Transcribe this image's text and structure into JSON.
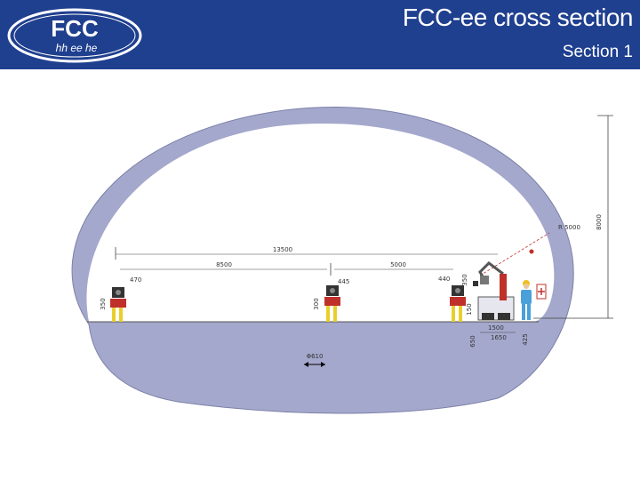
{
  "header": {
    "logo_text": "FCC",
    "logo_subtext": "hh ee he",
    "title": "FCC-ee cross section",
    "subtitle": "Section 1"
  },
  "colors": {
    "header_bg": "#1f3f8f",
    "tunnel_lining": "#a4a8cc",
    "floor": "#a4a8cc",
    "magnet_red": "#c0302a",
    "support_yellow": "#e8d02a",
    "worker_blue": "#4aa0d8",
    "helmet_yellow": "#f0c020"
  },
  "dimensions": {
    "span_total": "13500",
    "half_left": "8500",
    "half_right": "5000",
    "height_total": "8000",
    "radius": "R 5000",
    "beam_left": "470",
    "beam_center": "445",
    "beam_right": "440",
    "support_height": "300",
    "left_small": "350",
    "right_small": "350",
    "vehicle_width": "1500",
    "vehicle_base": "1650",
    "vehicle_height": "650",
    "vehicle_side": "425",
    "vehicle_gap": "150",
    "pipe": "Φ610"
  }
}
